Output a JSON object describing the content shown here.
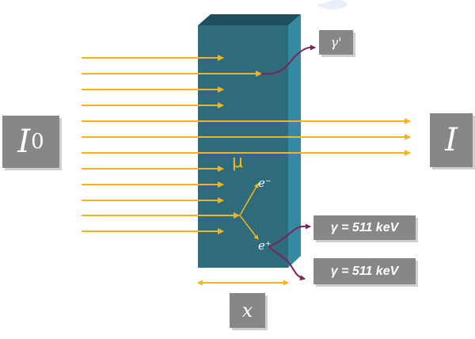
{
  "labels": {
    "incident_intensity_base": "I",
    "incident_intensity_sub": "0",
    "transmitted_intensity": "I",
    "thickness": "x",
    "attenuation_coefficient": "μ",
    "electron": "e⁻",
    "positron": "e⁺",
    "scattered_gamma": "γ'",
    "annihilation_gamma_1": "γ = 511 keV",
    "annihilation_gamma_2": "γ = 511 keV"
  },
  "colors": {
    "beam_arrow": "#f5b51a",
    "slab_front": "#2e6b7d",
    "slab_side": "#3589a0",
    "slab_top": "#1f4f5e",
    "photon_path": "#7b2455",
    "label_box": "#878787"
  }
}
